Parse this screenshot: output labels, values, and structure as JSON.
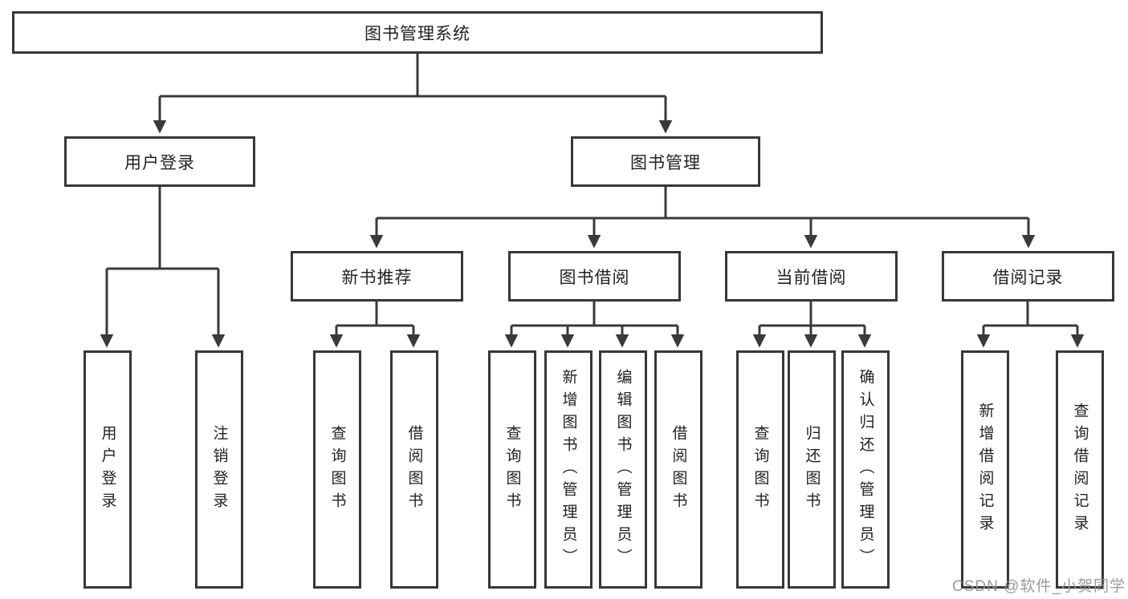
{
  "diagram": {
    "title": "图书管理系统",
    "root": {
      "label": "图书管理系统"
    },
    "branches": [
      {
        "label": "用户登录",
        "children": [
          "用户登录",
          "注销登录"
        ]
      },
      {
        "label": "图书管理",
        "modules": [
          {
            "label": "新书推荐",
            "children": [
              "查询图书",
              "借阅图书"
            ]
          },
          {
            "label": "图书借阅",
            "children": [
              "查询图书",
              "新增图书（管理员）",
              "编辑图书（管理员）",
              "借阅图书"
            ]
          },
          {
            "label": "当前借阅",
            "children": [
              "查询图书",
              "归还图书",
              "确认归还（管理员）"
            ]
          },
          {
            "label": "借阅记录",
            "children": [
              "新增借阅记录",
              "查询借阅记录"
            ]
          }
        ]
      }
    ],
    "line_color": "#3a3a3a",
    "box_border_color": "#373737",
    "background_color": "#ffffff"
  },
  "watermark": {
    "text": "CSDN @软件_小贺同学"
  }
}
